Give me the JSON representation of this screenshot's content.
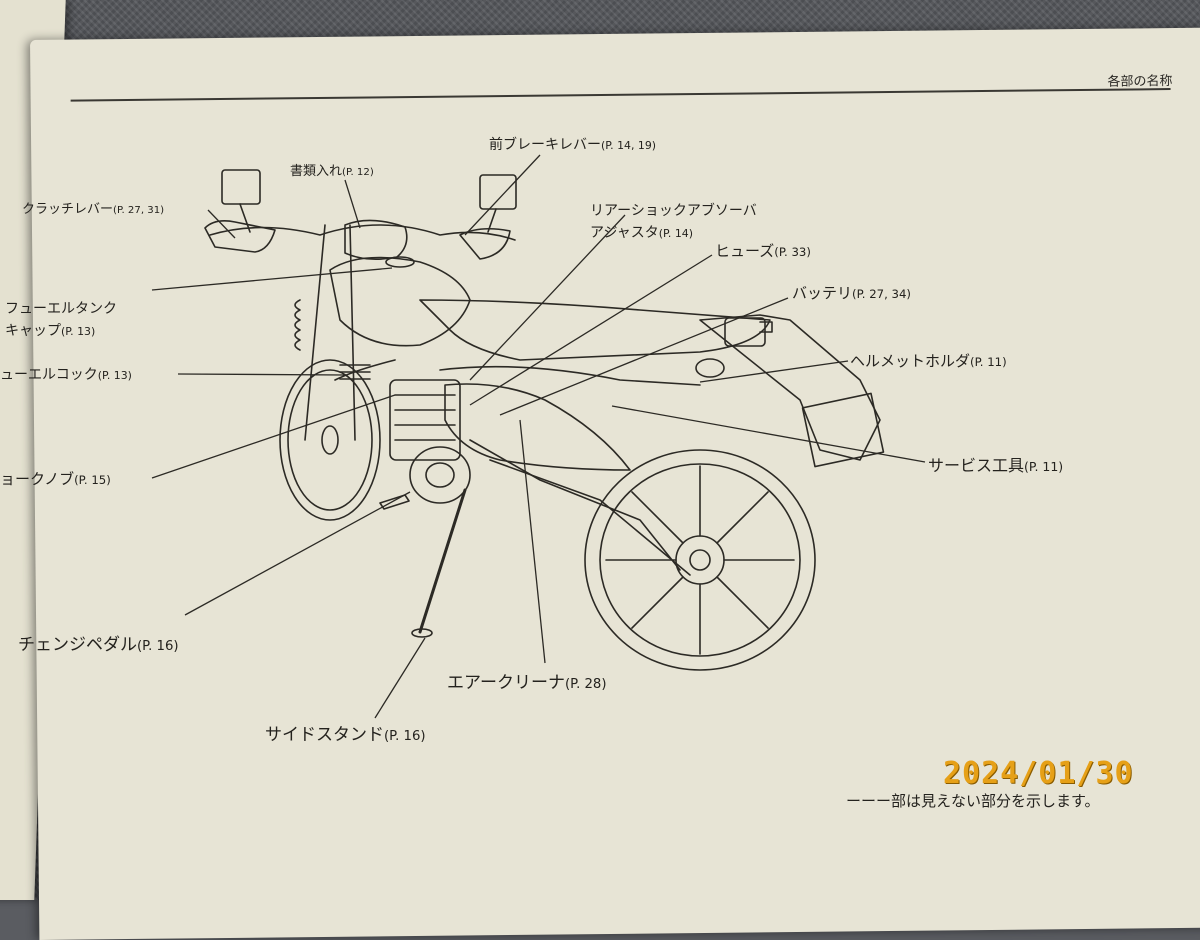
{
  "header": {
    "section_title": "各部の名称"
  },
  "labels": [
    {
      "id": "front-brake-lever",
      "text": "前ブレーキレバー",
      "page": "(P. 14, 19)"
    },
    {
      "id": "document-case",
      "text": "書類入れ",
      "page": "(P. 12)"
    },
    {
      "id": "clutch-lever",
      "text": "クラッチレバー",
      "page": "(P. 27, 31)"
    },
    {
      "id": "rear-shock-adjuster",
      "text": "リアーショックアブソーバ\nアジャスタ",
      "page": "(P. 14)"
    },
    {
      "id": "fuse",
      "text": "ヒューズ",
      "page": "(P. 33)"
    },
    {
      "id": "fuel-tank-cap",
      "text": "フューエルタンク\nキャップ",
      "page": "(P. 13)"
    },
    {
      "id": "battery",
      "text": "バッテリ",
      "page": "(P. 27, 34)"
    },
    {
      "id": "fuel-cock",
      "text": "ューエルコック",
      "page": "(P. 13)"
    },
    {
      "id": "helmet-holder",
      "text": "ヘルメットホルダ",
      "page": "(P. 11)"
    },
    {
      "id": "choke-knob",
      "text": "ョークノブ",
      "page": "(P. 15)"
    },
    {
      "id": "service-tools",
      "text": "サービス工具",
      "page": "(P. 11)"
    },
    {
      "id": "change-pedal",
      "text": "チェンジペダル",
      "page": "(P. 16)"
    },
    {
      "id": "air-cleaner",
      "text": "エアークリーナ",
      "page": "(P. 28)"
    },
    {
      "id": "side-stand",
      "text": "サイドスタンド",
      "page": "(P. 16)"
    }
  ],
  "footnote": "ーーー部は見えない部分を示します。",
  "date_stamp": "2024/01/30",
  "colors": {
    "paper": "#e7e4d5",
    "ink": "#2b2925",
    "stamp": "#e6a017"
  }
}
